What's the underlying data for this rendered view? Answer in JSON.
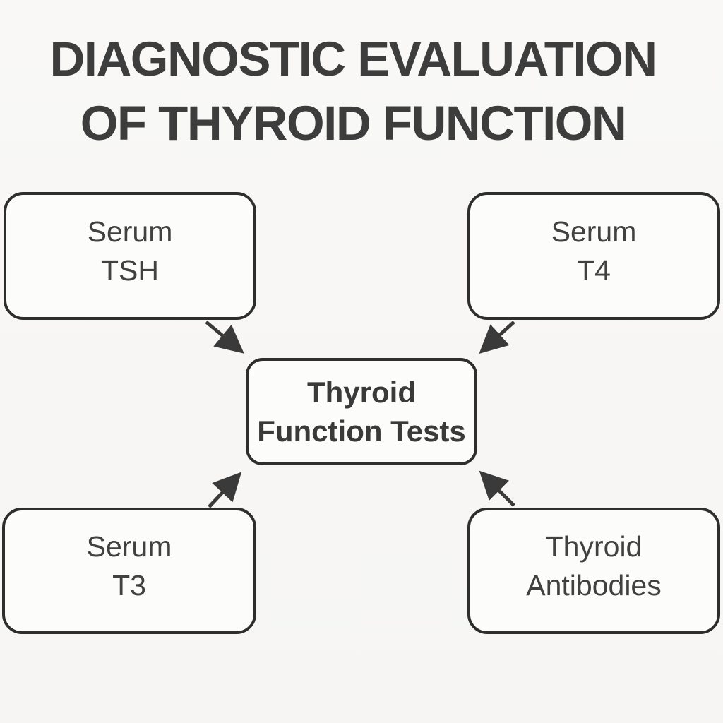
{
  "title": {
    "line1": "DIAGNOSTIC EVALUATION",
    "line2": "OF THYROID FUNCTION"
  },
  "diagram": {
    "type": "hub-and-spoke flowchart",
    "center_node": {
      "id": "thyroid-function-tests",
      "line1": "Thyroid",
      "line2": "Function Tests"
    },
    "nodes": [
      {
        "id": "serum-tsh",
        "line1": "Serum",
        "line2": "TSH"
      },
      {
        "id": "serum-t4",
        "line1": "Serum",
        "line2": "T4"
      },
      {
        "id": "serum-t3",
        "line1": "Serum",
        "line2": "T3"
      },
      {
        "id": "thyroid-antibodies",
        "line1": "Thyroid",
        "line2": "Antibodies"
      }
    ],
    "edges": [
      {
        "from": "serum-tsh",
        "to": "thyroid-function-tests"
      },
      {
        "from": "serum-t4",
        "to": "thyroid-function-tests"
      },
      {
        "from": "serum-t3",
        "to": "thyroid-function-tests"
      },
      {
        "from": "thyroid-antibodies",
        "to": "thyroid-function-tests"
      }
    ]
  },
  "colors": {
    "background": "#f8f7f5",
    "box_fill": "#fcfcfb",
    "box_border": "#2e2e2e",
    "title_text": "#3d3d3d",
    "label_text": "#414141",
    "arrow": "#3a3a3a"
  }
}
